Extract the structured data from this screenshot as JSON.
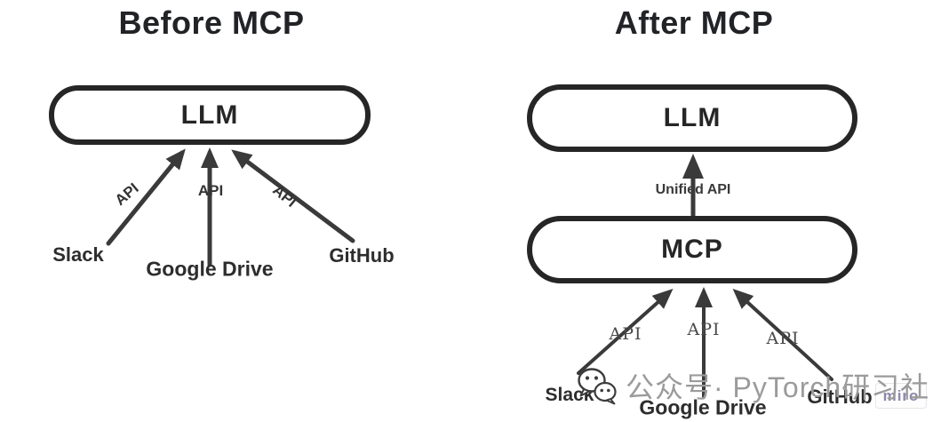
{
  "left_panel": {
    "title": "Before MCP",
    "llm_label": "LLM",
    "api_labels": [
      "API",
      "API",
      "API"
    ],
    "sources": [
      "Slack",
      "Google Drive",
      "GitHub"
    ]
  },
  "right_panel": {
    "title": "After MCP",
    "llm_label": "LLM",
    "mcp_label": "MCP",
    "unified_api_label": "Unified API",
    "api_labels": [
      "API",
      "API",
      "API"
    ],
    "sources": [
      "Slack",
      "Google Drive",
      "GitHub"
    ]
  },
  "watermark": {
    "text": "公众号· PyTorch研习社",
    "icon": "wechat-icon",
    "brand_badge": "miro"
  },
  "colors": {
    "diagram_stroke": "#262626",
    "arrow": "#3a3a3a",
    "label_dark": "#2d2d2d",
    "api_serif_gray": "#4a4a4a",
    "watermark_gray": "#9b9b9b",
    "miro_text": "#8d88ab",
    "background": "#ffffff"
  }
}
